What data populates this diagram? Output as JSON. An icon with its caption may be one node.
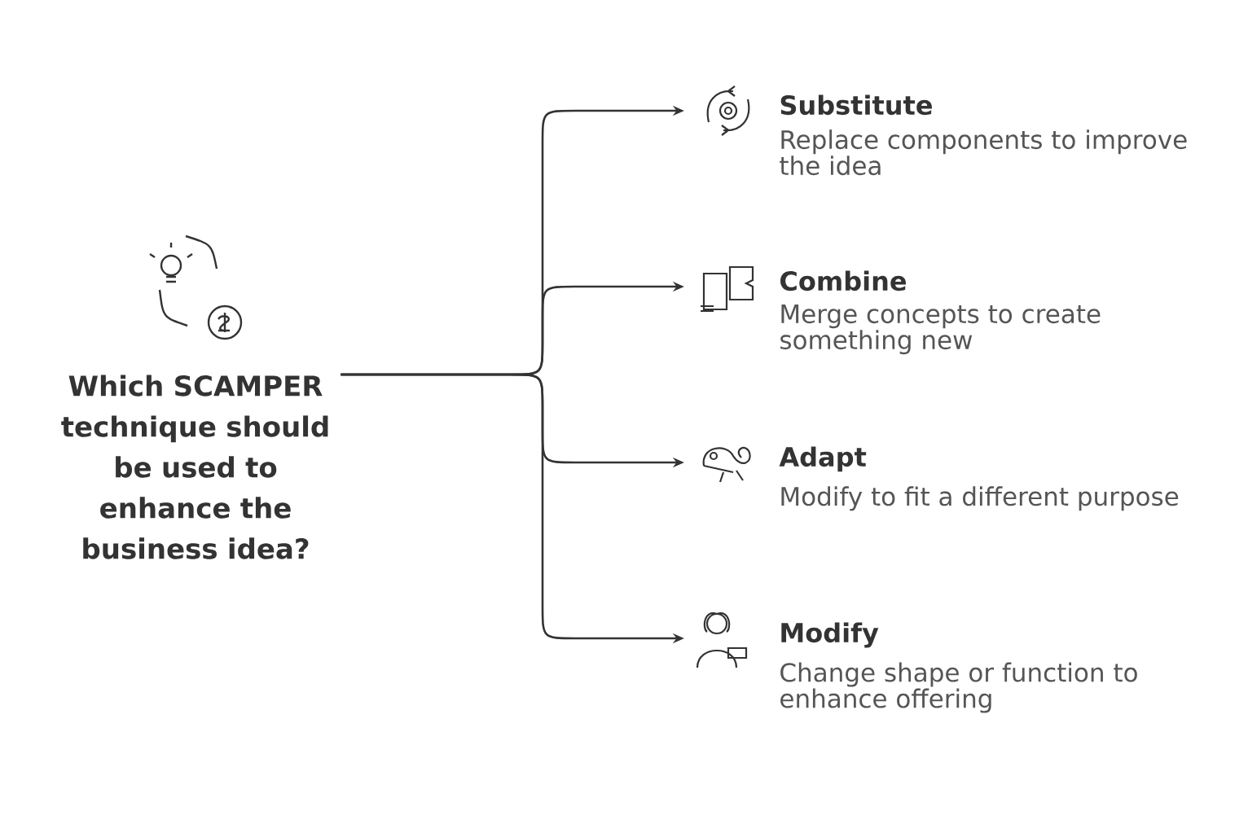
{
  "diagram": {
    "nodes": [
      {
        "text": [
          "Which SCAMPER technique should be used to enhance the business idea?"
        ]
      },
      {
        "text": [
          "Substitute",
          "Replace components to improve the idea"
        ]
      },
      {
        "text": [
          "Combine",
          "Merge concepts to create something new"
        ]
      },
      {
        "text": [
          "Adapt",
          "Modify to fit a different purpose"
        ]
      },
      {
        "text": [
          "Modify",
          "Change shape or function to enhance offering"
        ]
      }
    ],
    "edges": [
      {
        "from": 0,
        "to": 1,
        "arrow": "to"
      },
      {
        "from": 0,
        "to": 2,
        "arrow": "to"
      },
      {
        "from": 0,
        "to": 3,
        "arrow": "to"
      },
      {
        "from": 0,
        "to": 4,
        "arrow": "to"
      }
    ]
  }
}
